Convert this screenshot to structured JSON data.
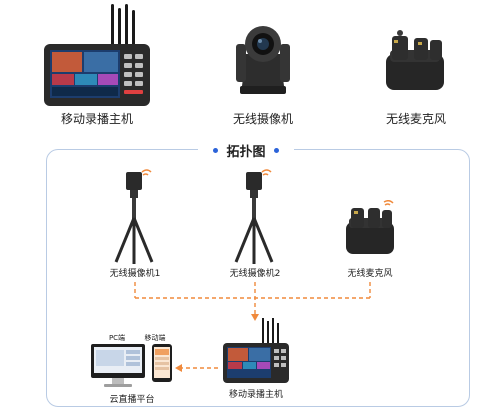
{
  "top_items": [
    {
      "label": "移动录播主机"
    },
    {
      "label": "无线摄像机"
    },
    {
      "label": "无线麦克风"
    }
  ],
  "topology": {
    "title": "拓扑图",
    "camera1": "无线摄像机1",
    "camera2": "无线摄像机2",
    "mic": "无线麦克风",
    "host": "移动录播主机",
    "cloud": "云直播平台",
    "pc_label": "PC端",
    "mobile_label": "移动端"
  },
  "colors": {
    "accent": "#2b63d9",
    "dashed": "#f08a3c",
    "frame": "#b9cbe4"
  }
}
